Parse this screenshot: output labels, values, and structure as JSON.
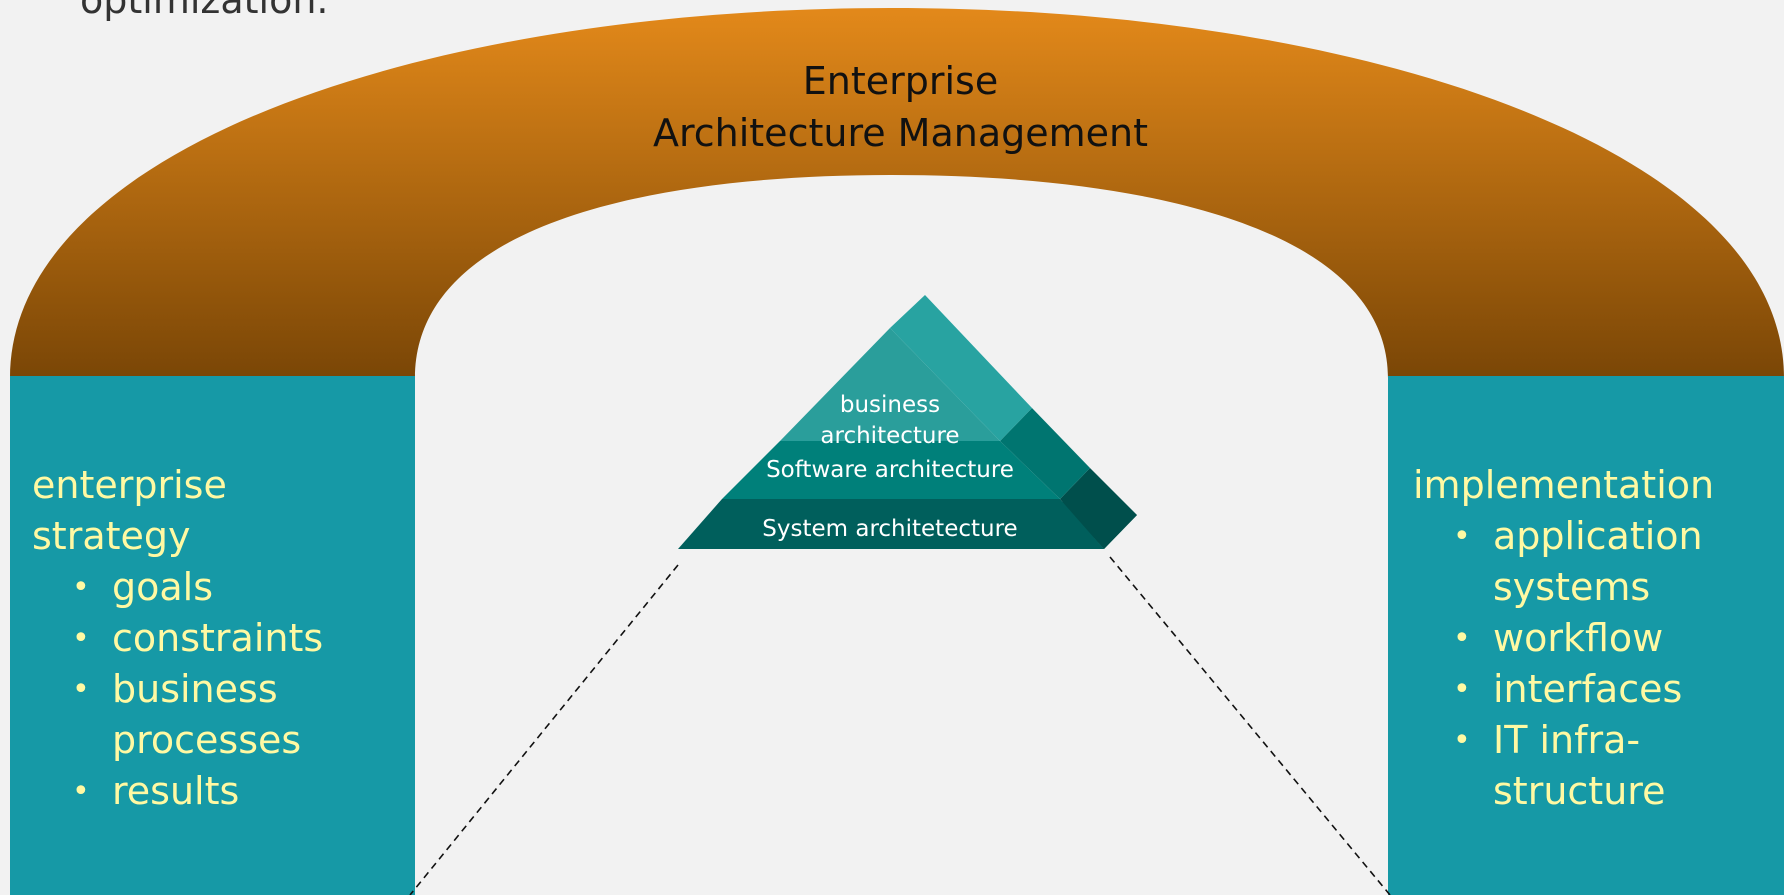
{
  "header": {
    "cut_text": "optimization."
  },
  "arch": {
    "title_line1": "Enterprise",
    "title_line2": "Architecture Management",
    "gradient_top": "#e3891a",
    "gradient_bottom": "#7a4606"
  },
  "left_pillar": {
    "heading_line1": "enterprise",
    "heading_line2": "strategy",
    "items": [
      "goals",
      "constraints",
      "business processes",
      "results"
    ],
    "color": "#1699a6",
    "text_color": "#fff9a3"
  },
  "right_pillar": {
    "heading": "implementation",
    "items": [
      "application systems",
      "workflow",
      "interfaces",
      "IT infra-structure"
    ],
    "color": "#1699a6",
    "text_color": "#fff9a3"
  },
  "pyramid": {
    "layers": [
      {
        "label_line1": "business",
        "label_line2": "architecture",
        "color": "#2a9e9b"
      },
      {
        "label": "Software architecture",
        "color": "#00807a"
      },
      {
        "label": "System architetecture",
        "color": "#005f5c"
      }
    ]
  },
  "icons": {
    "bullet": "•"
  }
}
